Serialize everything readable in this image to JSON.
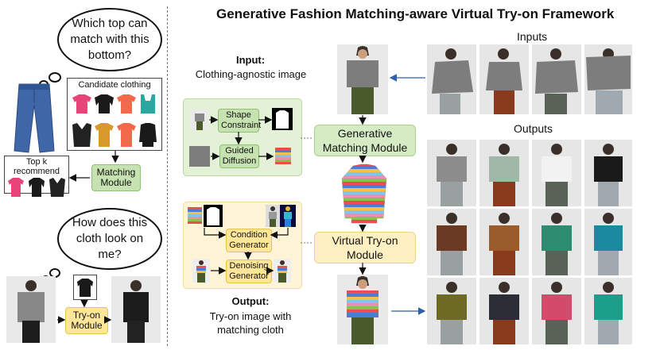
{
  "title": "Generative Fashion Matching-aware Virtual Try-on Framework",
  "left": {
    "bubble_top": "Which top can match with this bottom?",
    "candidate_title": "Candidate clothing",
    "topk_title": "Top k recommend",
    "matching_module": "Matching Module",
    "bubble_bottom": "How does this cloth look on me?",
    "tryon_module": "Try-on Module"
  },
  "middle": {
    "input_head": "Input:",
    "input_desc": "Clothing-agnostic image",
    "shape_constraint": "Shape Constraint",
    "guided_diffusion": "Guided Diffusion",
    "generative_module": "Generative Matching Module",
    "condition_generator": "Condition Generator",
    "denoising_generator": "Denoising Generator",
    "virtual_module": "Virtual Try-on Module",
    "output_head": "Output:",
    "output_desc": "Try-on image with matching cloth"
  },
  "right": {
    "inputs_label": "Inputs",
    "outputs_label": "Outputs"
  },
  "colors": {
    "green_module": "#d5ebc4",
    "yellow_module": "#fff0c2",
    "arrow_blue": "#2e5fa8",
    "sweater_stripes": [
      "#e94f4f",
      "#4a7fd0",
      "#f0c24a",
      "#7fc6e8",
      "#e98fb0",
      "#8bc34a"
    ]
  }
}
